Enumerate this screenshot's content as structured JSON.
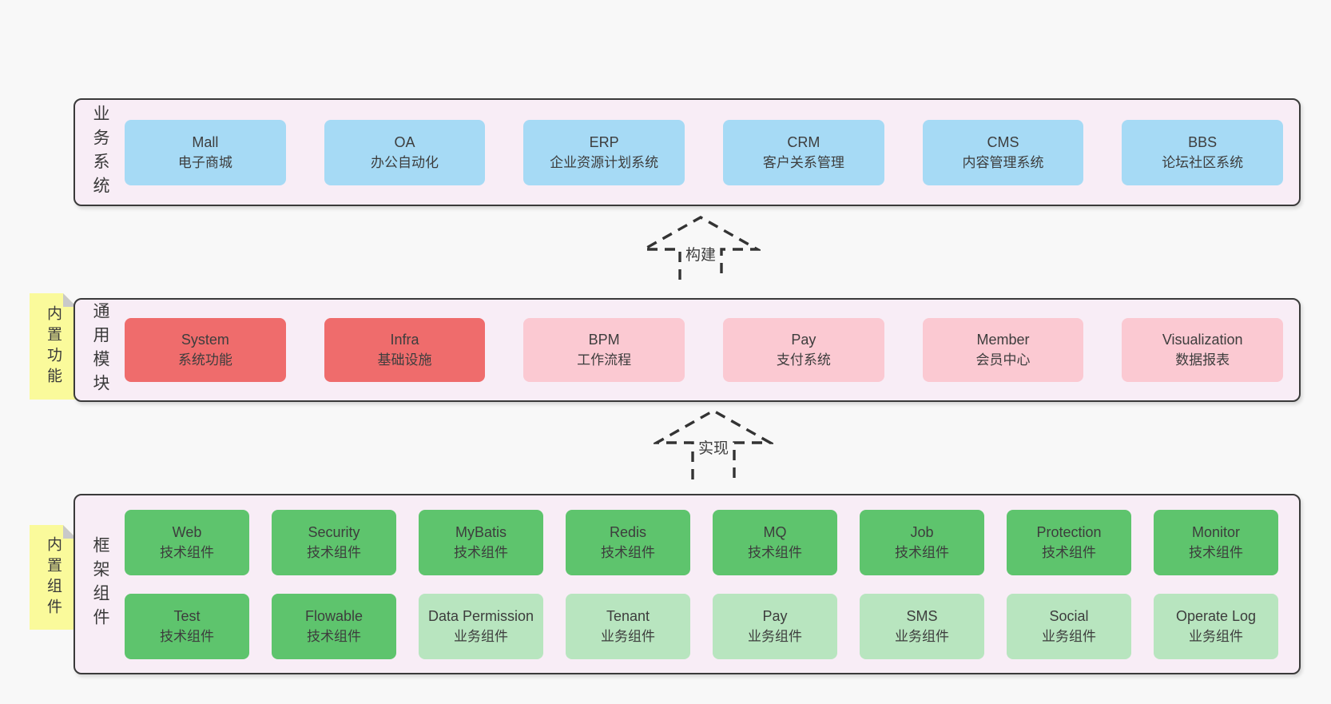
{
  "colors": {
    "page_bg": "#f8f8f8",
    "section_bg": "#f8edf6",
    "section_border": "#3a3a3a",
    "blue": "#a6daf5",
    "red": "#ef6c6c",
    "pink": "#fbc9d2",
    "green": "#5ec46d",
    "lightgreen": "#b8e5bf",
    "note_yellow": "#fafa9b",
    "note_fold": "#c9c9c9",
    "text": "#3d3d3d"
  },
  "sections": [
    {
      "label": "业务系统",
      "boxes": [
        {
          "name": "Mall",
          "desc": "电子商城",
          "type": "blue"
        },
        {
          "name": "OA",
          "desc": "办公自动化",
          "type": "blue"
        },
        {
          "name": "ERP",
          "desc": "企业资源计划系统",
          "type": "blue"
        },
        {
          "name": "CRM",
          "desc": "客户关系管理",
          "type": "blue"
        },
        {
          "name": "CMS",
          "desc": "内容管理系统",
          "type": "blue"
        },
        {
          "name": "BBS",
          "desc": "论坛社区系统",
          "type": "blue"
        }
      ]
    },
    {
      "label": "通用模块",
      "note": "内置功能",
      "boxes": [
        {
          "name": "System",
          "desc": "系统功能",
          "type": "red"
        },
        {
          "name": "Infra",
          "desc": "基础设施",
          "type": "red"
        },
        {
          "name": "BPM",
          "desc": "工作流程",
          "type": "pink"
        },
        {
          "name": "Pay",
          "desc": "支付系统",
          "type": "pink"
        },
        {
          "name": "Member",
          "desc": "会员中心",
          "type": "pink"
        },
        {
          "name": "Visualization",
          "desc": "数据报表",
          "type": "pink"
        }
      ]
    },
    {
      "label": "框架组件",
      "note": "内置组件",
      "rows": [
        [
          {
            "name": "Web",
            "desc": "技术组件",
            "type": "green"
          },
          {
            "name": "Security",
            "desc": "技术组件",
            "type": "green"
          },
          {
            "name": "MyBatis",
            "desc": "技术组件",
            "type": "green"
          },
          {
            "name": "Redis",
            "desc": "技术组件",
            "type": "green"
          },
          {
            "name": "MQ",
            "desc": "技术组件",
            "type": "green"
          },
          {
            "name": "Job",
            "desc": "技术组件",
            "type": "green"
          },
          {
            "name": "Protection",
            "desc": "技术组件",
            "type": "green"
          },
          {
            "name": "Monitor",
            "desc": "技术组件",
            "type": "green"
          }
        ],
        [
          {
            "name": "Test",
            "desc": "技术组件",
            "type": "green"
          },
          {
            "name": "Flowable",
            "desc": "技术组件",
            "type": "green"
          },
          {
            "name": "Data Permission",
            "desc": "业务组件",
            "type": "lightgreen"
          },
          {
            "name": "Tenant",
            "desc": "业务组件",
            "type": "lightgreen"
          },
          {
            "name": "Pay",
            "desc": "业务组件",
            "type": "lightgreen"
          },
          {
            "name": "SMS",
            "desc": "业务组件",
            "type": "lightgreen"
          },
          {
            "name": "Social",
            "desc": "业务组件",
            "type": "lightgreen"
          },
          {
            "name": "Operate Log",
            "desc": "业务组件",
            "type": "lightgreen"
          }
        ]
      ]
    }
  ],
  "arrows": [
    {
      "label": "构建"
    },
    {
      "label": "实现"
    }
  ]
}
